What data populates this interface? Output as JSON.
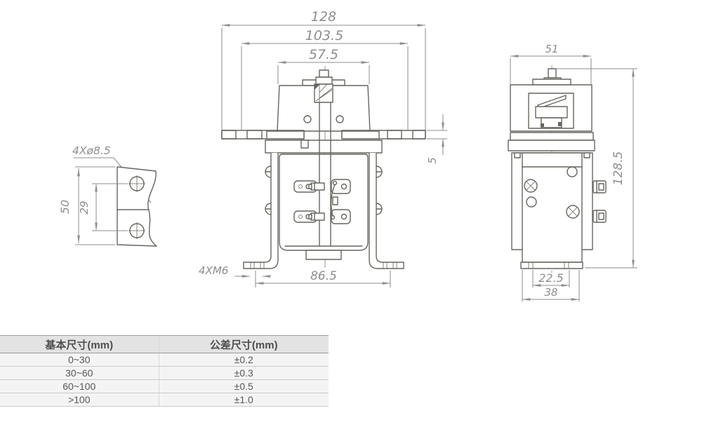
{
  "drawing": {
    "front_view": {
      "dim_overall_width": "128",
      "dim_mount_hole_spacing": "103.5",
      "dim_cap_width": "57.5",
      "dim_panel_thickness": "5",
      "dim_foot_hole_spacing": "86.5",
      "label_foot_thread": "4XM6"
    },
    "left_view": {
      "label_hole": "4Xø8.5",
      "dim_height": "50",
      "dim_hole_spacing": "29"
    },
    "side_view": {
      "dim_width": "51",
      "dim_overall_height": "128.5",
      "dim_base_hole_spacing": "22.5",
      "dim_base_width": "38"
    }
  },
  "tolerance_table": {
    "headers": [
      "基本尺寸(mm)",
      "公差尺寸(mm)"
    ],
    "rows": [
      [
        "0~30",
        "±0.2"
      ],
      [
        "30~60",
        "±0.3"
      ],
      [
        "60~100",
        "±0.5"
      ],
      [
        ">100",
        "±1.0"
      ]
    ]
  },
  "colors": {
    "outline": "#66655f",
    "dimension": "#8f8e8c",
    "table_header_bg": "#e3e3e3",
    "table_row_bg": "#f4f4f4",
    "table_border": "#c9c9c9",
    "table_text": "#4f4f4f"
  }
}
